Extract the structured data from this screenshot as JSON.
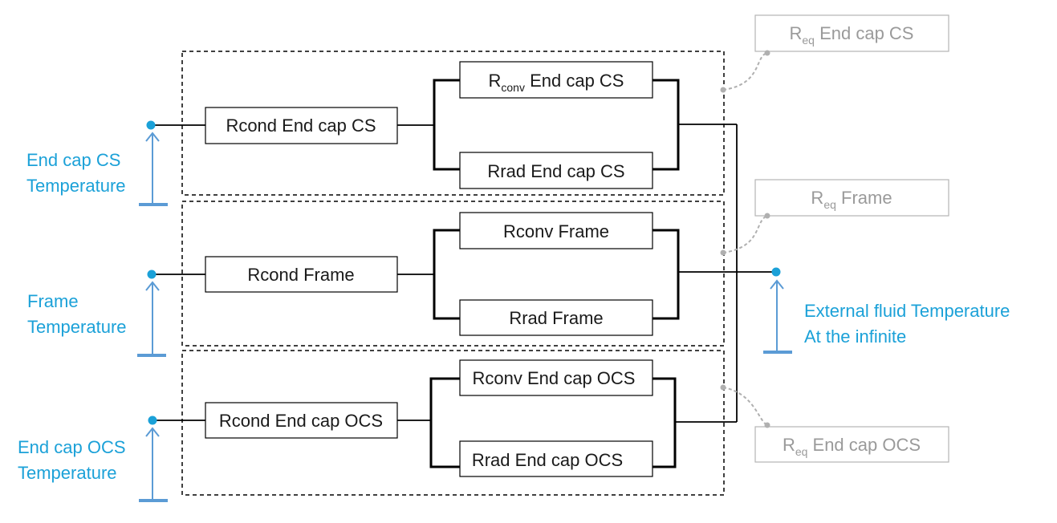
{
  "colors": {
    "temperature": "#1ba1d8",
    "ground": "#5b9bd5",
    "req": "#9a9a9a",
    "line": "#000000"
  },
  "groups": [
    {
      "cond": "Rcond End cap CS",
      "conv": {
        "main": "R",
        "sub": "conv",
        "rest": " End cap CS"
      },
      "rad": "Rrad End cap CS",
      "temperature": [
        "End cap CS",
        "Temperature"
      ],
      "req": {
        "main": "R",
        "sub": "eq",
        "rest": " End cap CS"
      }
    },
    {
      "cond": "Rcond Frame",
      "conv": {
        "main": "Rconv Frame",
        "sub": "",
        "rest": ""
      },
      "rad": "Rrad Frame",
      "temperature": [
        "Frame",
        "Temperature"
      ],
      "req": {
        "main": "R",
        "sub": "eq",
        "rest": " Frame"
      }
    },
    {
      "cond": "Rcond End cap OCS",
      "conv": {
        "main": "Rconv End cap OCS",
        "sub": "",
        "rest": ""
      },
      "rad": "Rrad End cap OCS",
      "temperature": [
        "End cap OCS",
        "Temperature"
      ],
      "req": {
        "main": "R",
        "sub": "eq",
        "rest": " End cap OCS"
      }
    }
  ],
  "external": [
    "External fluid Temperature",
    "At the infinite"
  ]
}
